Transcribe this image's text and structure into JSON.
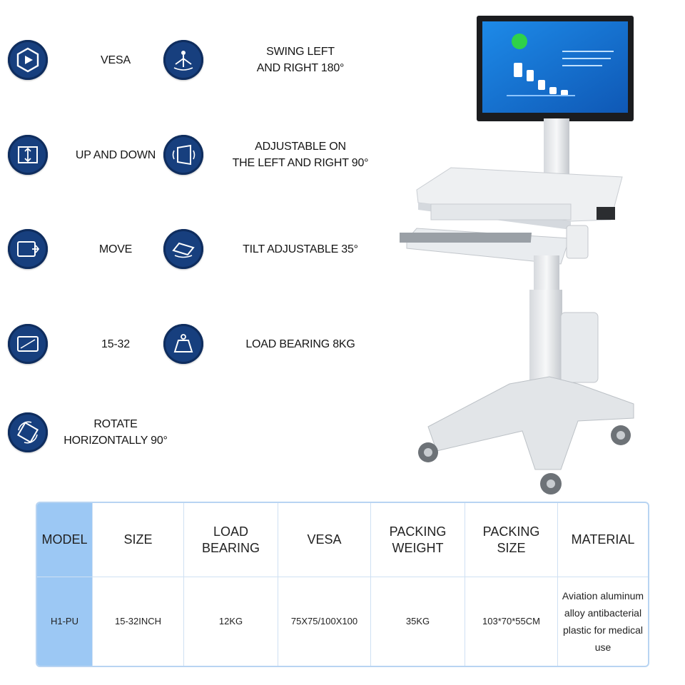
{
  "colors": {
    "icon_bg": "#173f7e",
    "table_border": "#b8d4f2",
    "model_cell_bg": "#9cc8f4",
    "screen_blue": "#1b78d8"
  },
  "features": {
    "vesa": {
      "label": "VESA",
      "icon": "vesa-mount-icon"
    },
    "up_down": {
      "label": "UP AND DOWN",
      "icon": "up-down-icon"
    },
    "move": {
      "label": "MOVE",
      "icon": "move-icon"
    },
    "size": {
      "label": "15-32",
      "icon": "screen-size-icon"
    },
    "rotate": {
      "label": "ROTATE\nHORIZONTALLY 90°",
      "icon": "rotate-icon"
    },
    "swing": {
      "label": "SWING LEFT\nAND RIGHT 180°",
      "icon": "swing-icon"
    },
    "adjust_lr": {
      "label": "ADJUSTABLE ON\nTHE LEFT AND RIGHT 90°",
      "icon": "adjust-left-right-icon"
    },
    "tilt": {
      "label": "TILT ADJUSTABLE 35°",
      "icon": "tilt-icon"
    },
    "load": {
      "label": "LOAD BEARING 8KG",
      "icon": "load-bearing-icon"
    }
  },
  "product_image": {
    "alt": "Mobile medical computer cart with monitor, keyboard tray and basket"
  },
  "spec_table": {
    "headers": [
      "MODEL",
      "SIZE",
      "LOAD BEARING",
      "VESA",
      "PACKING\nWEIGHT",
      "PACKING SIZE",
      "MATERIAL"
    ],
    "values": [
      "H1-PU",
      "15-32INCH",
      "12KG",
      "75X75/100X100",
      "35KG",
      "103*70*55CM",
      "Aviation aluminum alloy antibacterial plastic for medical use"
    ]
  }
}
